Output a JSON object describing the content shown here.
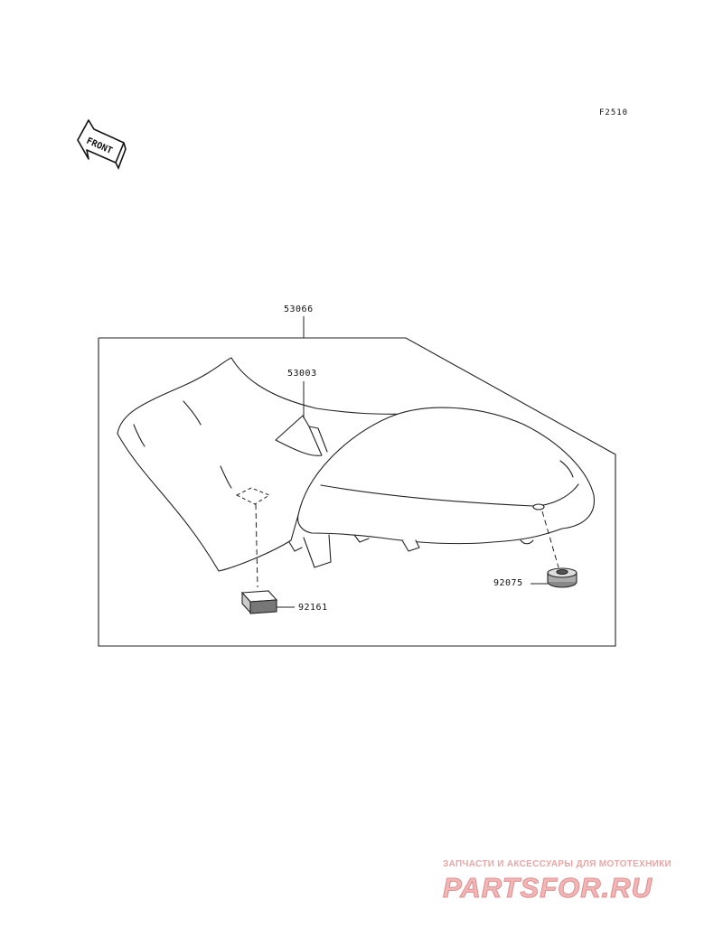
{
  "figure_code": "F2510",
  "front_badge": "FRONT",
  "parts": {
    "seat_assembly": "53066",
    "seat_cover": "53003",
    "pad": "92161",
    "grommet": "92075"
  },
  "watermark": {
    "tagline": "ЗАПЧАСТИ И АКСЕССУАРЫ ДЛЯ МОТОТЕХНИКИ",
    "logo_text": "PARTSFOR.RU",
    "color": "#e9a6a6"
  }
}
